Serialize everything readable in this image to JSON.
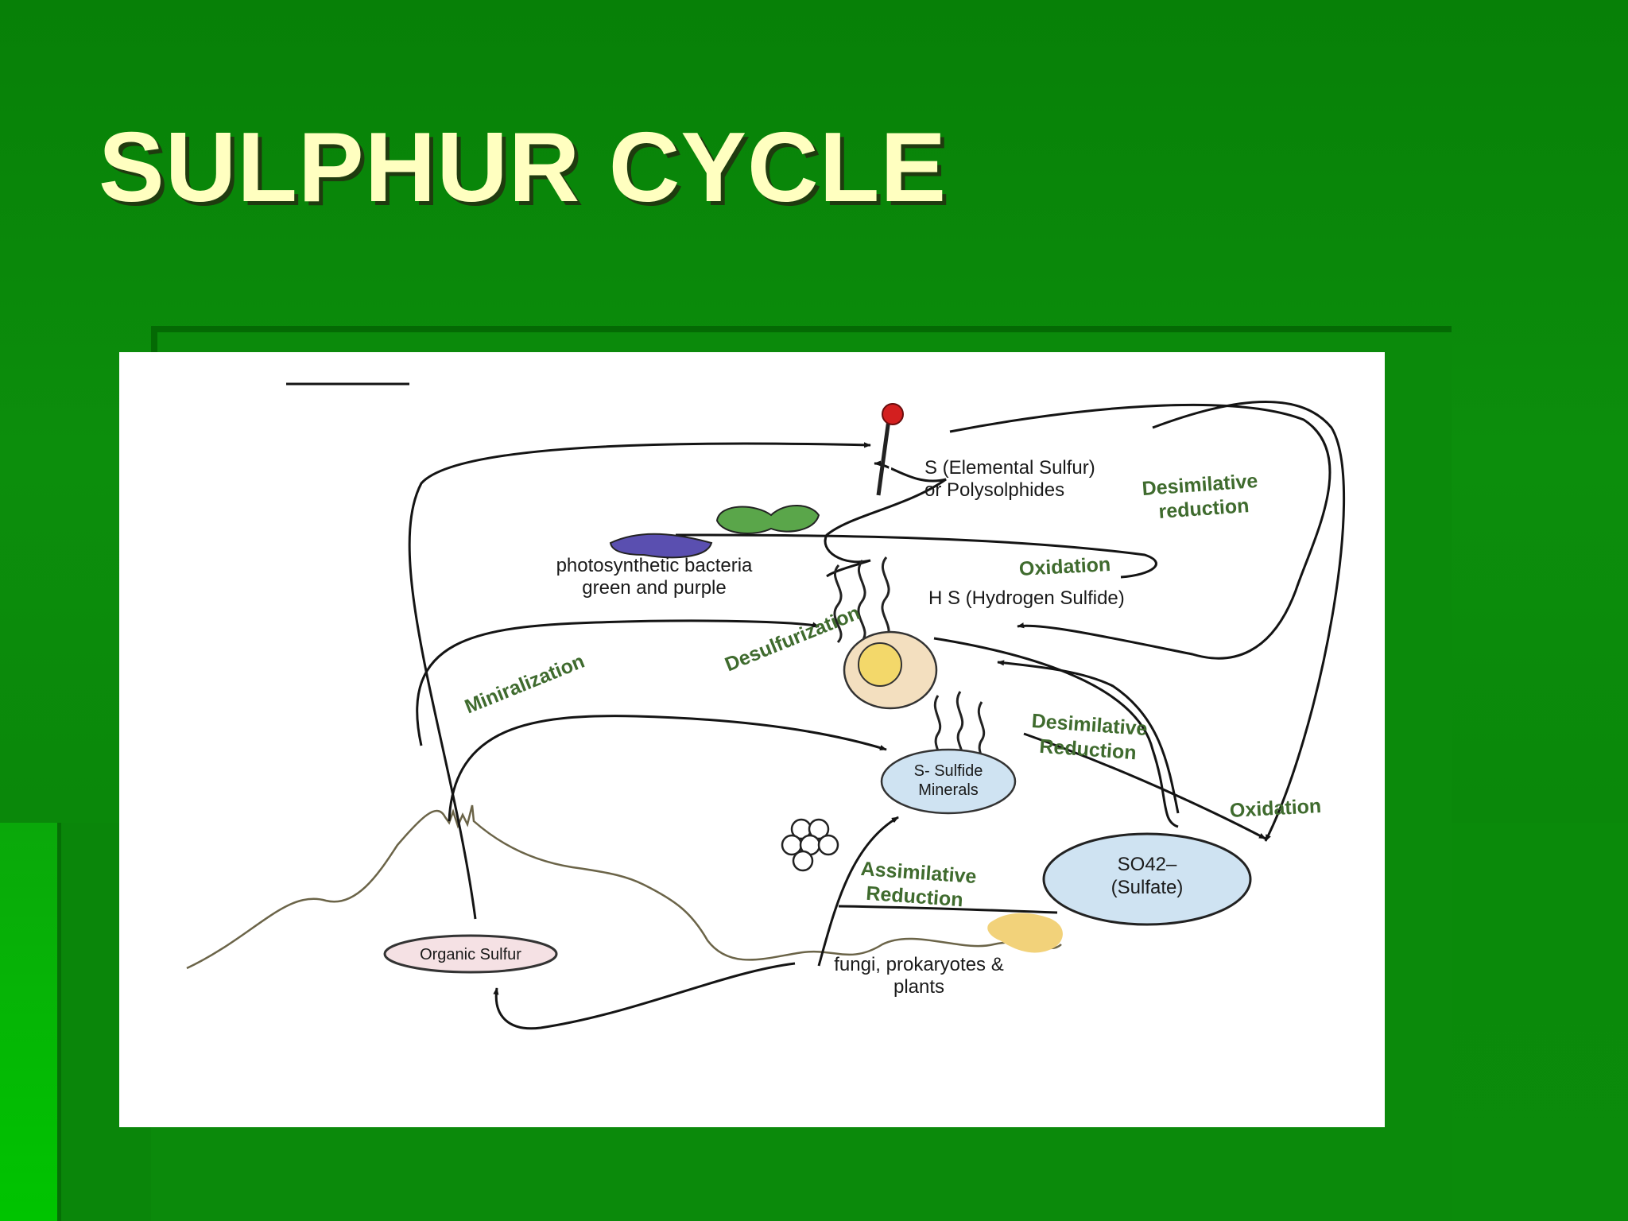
{
  "slide": {
    "title": "SULPHUR CYCLE"
  },
  "diagram": {
    "compounds": {
      "elemental_line1": "S (Elemental Sulfur)",
      "elemental_line2": "or Polysolphides",
      "hydrogen_sulfide": "H S (Hydrogen Sulfide)",
      "sulfide_minerals_line1": "S-  Sulfide",
      "sulfide_minerals_line2": "Minerals",
      "sulfate_line1": "SO42–",
      "sulfate_line2": "(Sulfate)",
      "organic_sulfur": "Organic Sulfur"
    },
    "organisms": {
      "bacteria_line1": "photosynthetic bacteria",
      "bacteria_line2": "green and purple",
      "fungi_line1": "fungi, prokaryotes &",
      "fungi_line2": "plants"
    },
    "processes": {
      "desimilative_reduction_top_1": "Desimilative",
      "desimilative_reduction_top_2": "reduction",
      "oxidation_top": "Oxidation",
      "desulfurization": "Desulfurization",
      "miniralization": "Miniralization",
      "desimilative_reduction_mid_1": "Desimilative",
      "desimilative_reduction_mid_2": "Reduction",
      "oxidation_right": "Oxidation",
      "assimilative_reduction_1": "Assimilative",
      "assimilative_reduction_2": "Reduction"
    },
    "colors": {
      "process_text": "#3f6b2e",
      "sulfide_fill": "#cfe3f2",
      "organic_fill": "#f5e1e4",
      "green_bacteria": "#5aa64a",
      "purple_bacteria": "#5a4fb0",
      "match_head": "#d31f1f",
      "yellow_blob": "#f2d27a"
    }
  }
}
